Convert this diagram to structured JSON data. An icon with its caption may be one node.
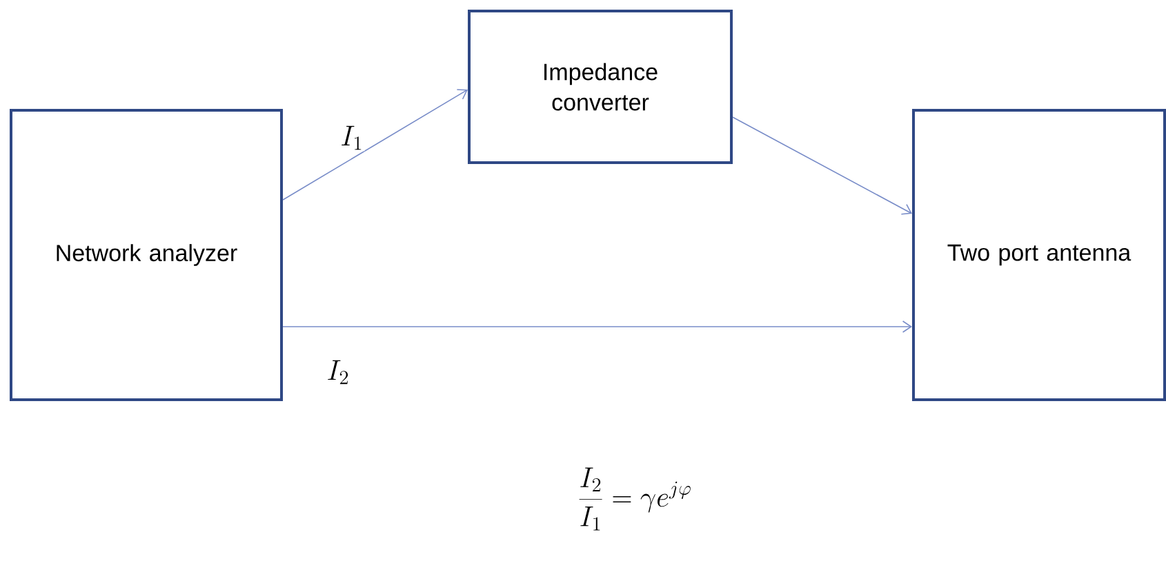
{
  "diagram": {
    "nodes": [
      {
        "text": [
          "Network analyzer"
        ]
      },
      {
        "text": [
          "Impedance converter"
        ]
      },
      {
        "text": [
          "Two port antenna"
        ]
      }
    ],
    "edges": [
      {
        "from": 0,
        "to": 1,
        "arrow": "to",
        "label": "I_1"
      },
      {
        "from": 1,
        "to": 2,
        "arrow": "to"
      },
      {
        "from": 0,
        "to": 2,
        "arrow": "to",
        "label": "I_2"
      }
    ],
    "labels": [
      "\\frac{I_2}{I_1} = \\gamma e^{j\\varphi}"
    ]
  }
}
